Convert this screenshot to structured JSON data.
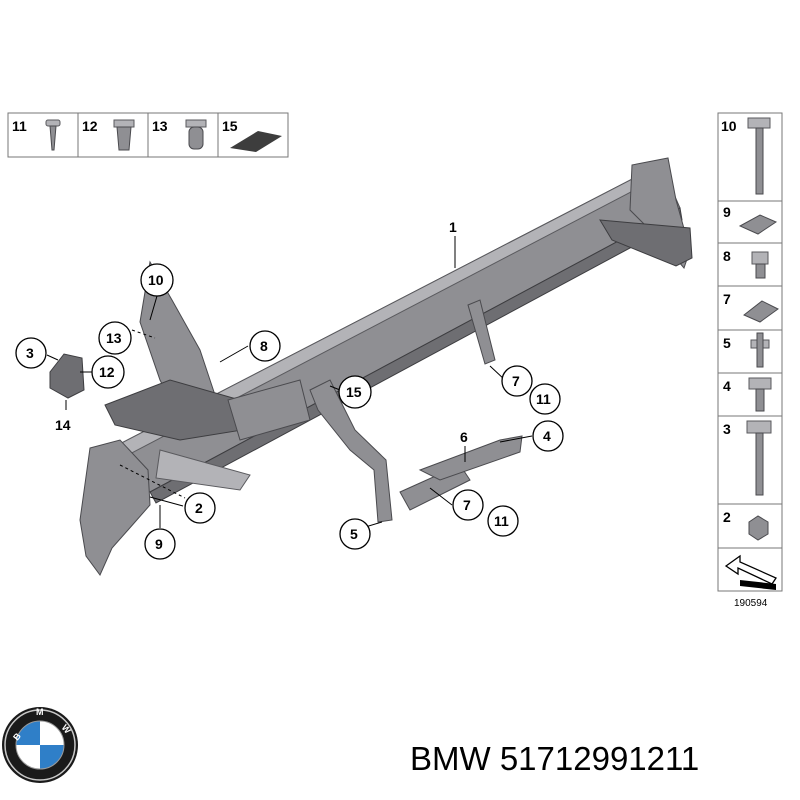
{
  "legend_top": [
    {
      "num": "11",
      "icon": "screw-icon"
    },
    {
      "num": "12",
      "icon": "expanding-nut-icon"
    },
    {
      "num": "13",
      "icon": "plug-nut-icon"
    },
    {
      "num": "15",
      "icon": "pad-icon"
    }
  ],
  "legend_side": [
    {
      "num": "10",
      "icon": "hex-bolt-long-icon"
    },
    {
      "num": "9",
      "icon": "clip-nut-icon"
    },
    {
      "num": "8",
      "icon": "hex-nut-collar-icon"
    },
    {
      "num": "7",
      "icon": "spring-clip-icon"
    },
    {
      "num": "5",
      "icon": "stud-bolt-icon"
    },
    {
      "num": "4",
      "icon": "hex-bolt-short-icon"
    },
    {
      "num": "3",
      "icon": "hex-bolt-flange-icon"
    },
    {
      "num": "2",
      "icon": "hex-nut-icon"
    },
    {
      "num": "",
      "icon": "arrow-pointer-icon"
    }
  ],
  "callouts": {
    "c1": "1",
    "c2": "2",
    "c3": "3",
    "c4": "4",
    "c5": "5",
    "c6": "6",
    "c7a": "7",
    "c7b": "7",
    "c8": "8",
    "c9": "9",
    "c10": "10",
    "c11a": "11",
    "c11b": "11",
    "c12": "12",
    "c13": "13",
    "c14": "14",
    "c15": "15"
  },
  "diagram_ref": "190594",
  "footer": {
    "brand": "BMW",
    "part_number": "51712991211"
  }
}
